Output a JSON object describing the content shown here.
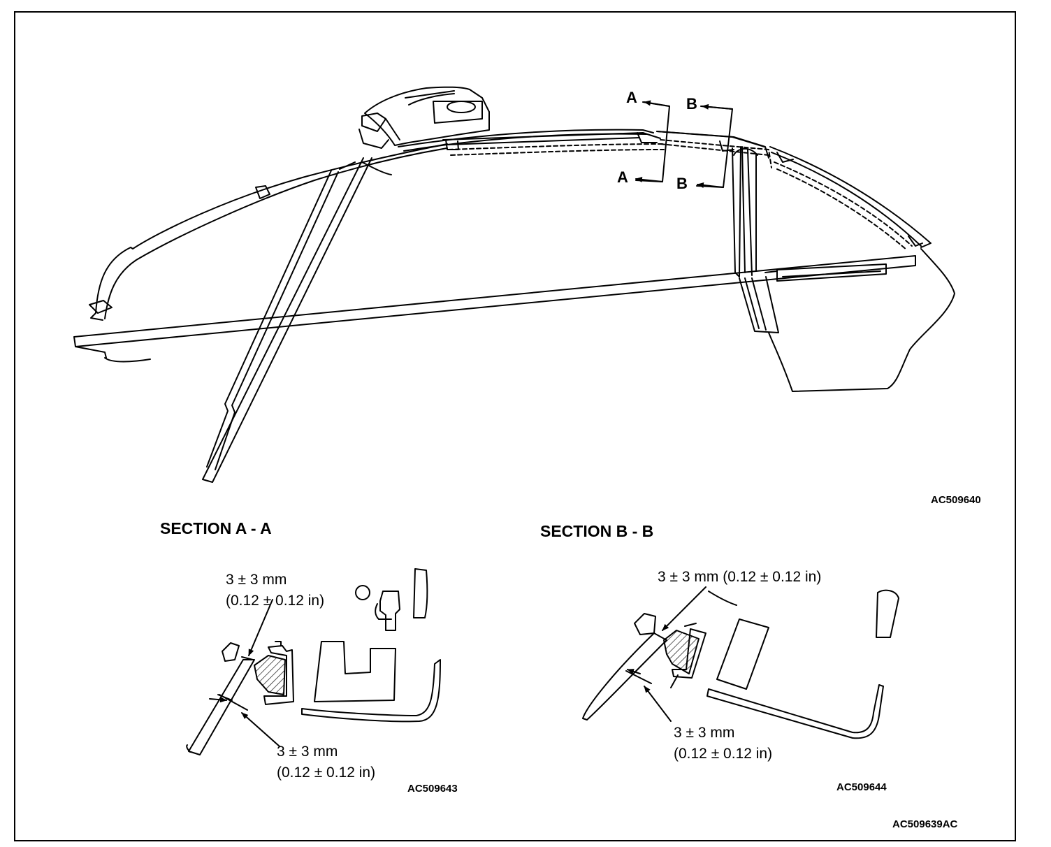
{
  "main_view": {
    "arrow_labels": [
      "A",
      "A",
      "B",
      "B"
    ],
    "figure_code": "AC509640"
  },
  "section_aa": {
    "title": "SECTION A - A",
    "dim_top": [
      "3 ± 3 mm",
      "(0.12 ± 0.12 in)"
    ],
    "dim_bottom": [
      "3 ± 3 mm",
      "(0.12 ± 0.12 in)"
    ],
    "figure_code": "AC509643"
  },
  "section_bb": {
    "title": "SECTION B - B",
    "dim_top": [
      "3 ± 3 mm (0.12 ± 0.12 in)"
    ],
    "dim_bottom": [
      "3 ± 3 mm",
      "(0.12 ± 0.12 in)"
    ],
    "figure_code": "AC509644"
  },
  "overall_code": "AC509639AC"
}
